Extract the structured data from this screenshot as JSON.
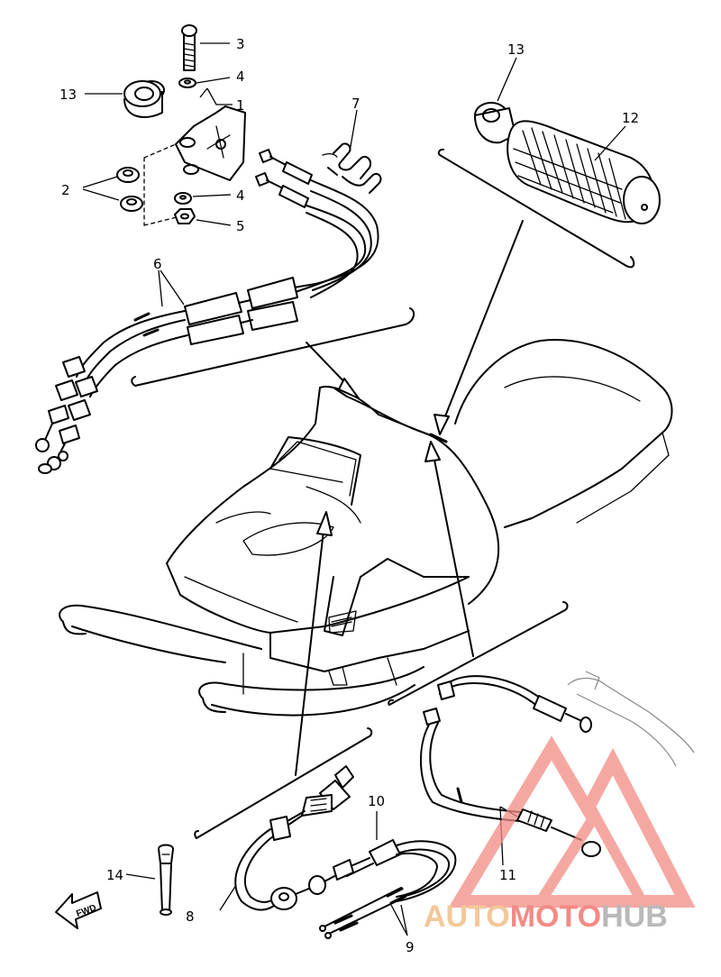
{
  "callouts": {
    "c1": "1",
    "c2": "2",
    "c3": "3",
    "c4a": "4",
    "c4b": "4",
    "c5": "5",
    "c6": "6",
    "c7": "7",
    "c8": "8",
    "c9": "9",
    "c10": "10",
    "c11": "11",
    "c12": "12",
    "c13a": "13",
    "c13b": "13",
    "c14": "14"
  },
  "fwd_label": "FWD",
  "watermark": {
    "part1": "AUTO",
    "part2": "MOTO",
    "part3": "HUB",
    "colors": {
      "auto": "#f3c79a",
      "moto": "#f28b84",
      "hub": "#b9b9b9",
      "logo": "#f28b84"
    }
  }
}
